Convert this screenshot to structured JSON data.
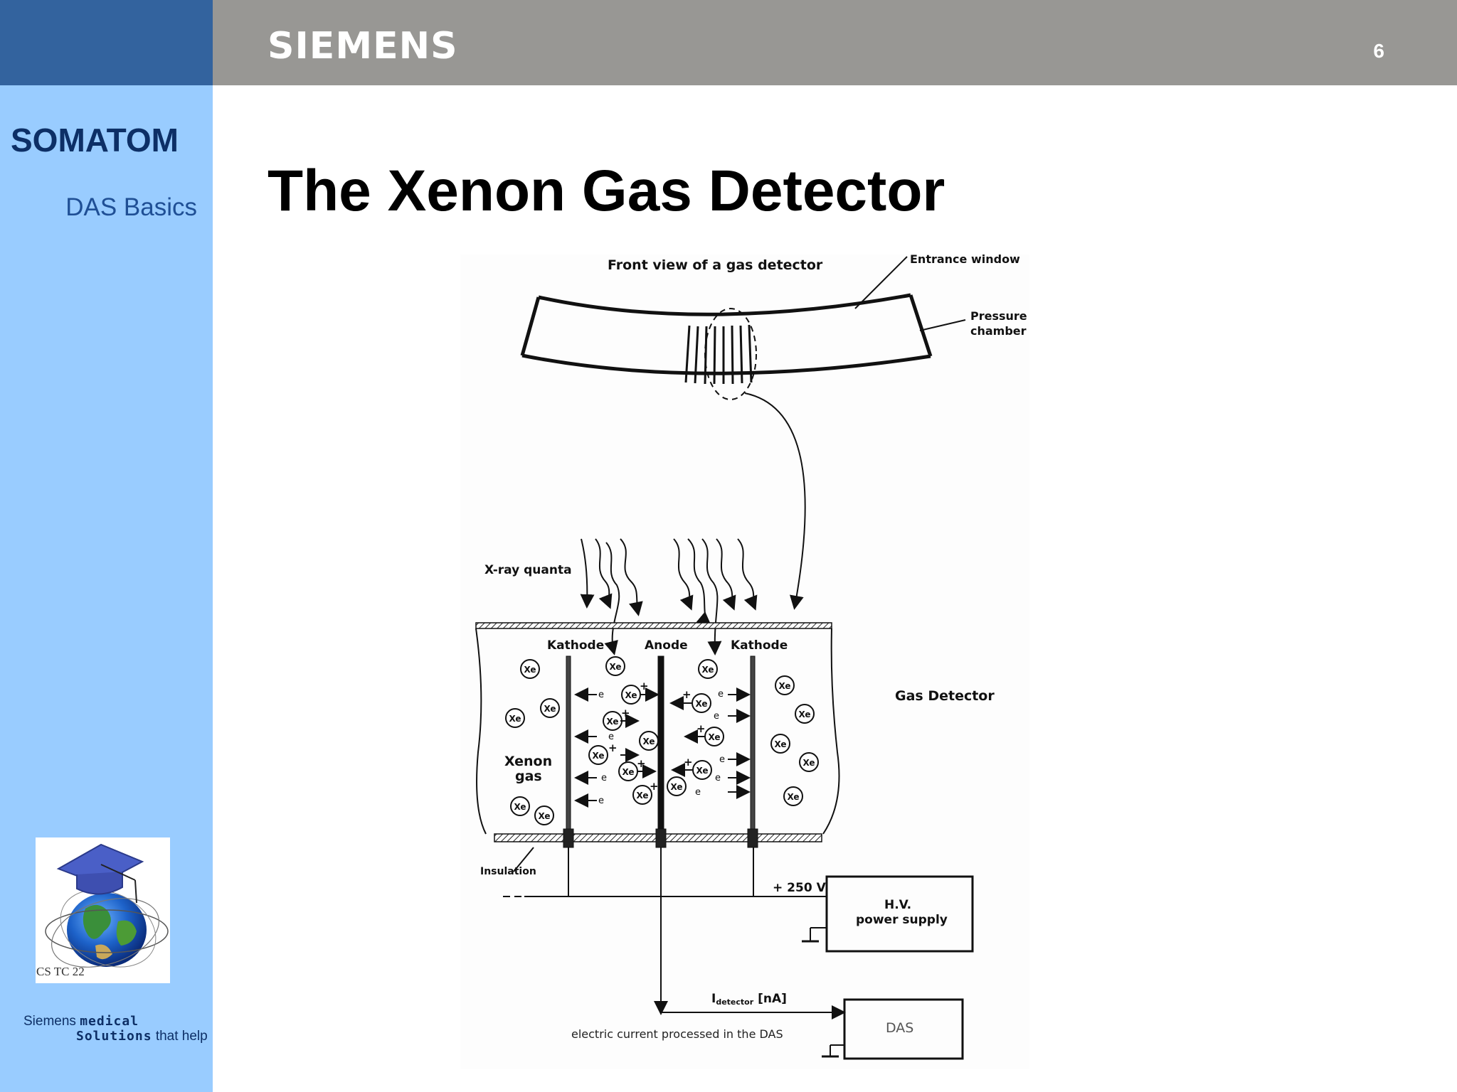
{
  "header": {
    "brand": "SIEMENS",
    "page_number": "6"
  },
  "sidebar": {
    "product": "SOMATOM",
    "section": "DAS Basics",
    "logo_caption": "CS TC 22",
    "tagline": {
      "part1": "Siemens ",
      "part2": "medical",
      "part3": "Solutions",
      "part4": " that help"
    }
  },
  "slide": {
    "title": "The Xenon Gas Detector"
  },
  "diagram": {
    "labels": {
      "front_view": "Front view of a gas detector",
      "entrance_window": "Entrance window",
      "pressure": "Pressure",
      "chamber": "chamber",
      "xray_quanta": "X-ray quanta",
      "kathode_left": "Kathode",
      "anode": "Anode",
      "kathode_right": "Kathode",
      "gas_detector": "Gas Detector",
      "xenon": "Xenon",
      "gas": "gas",
      "insulation": "Insulation",
      "voltage": "+ 250 V",
      "hv_line1": "H.V.",
      "hv_line2": "power supply",
      "current_label": "I",
      "current_sub": "detector",
      "current_unit": " [nA]",
      "das_note": "electric current processed in the DAS",
      "das": "DAS",
      "xe": "Xe",
      "electron": "e",
      "minus": "-",
      "plus": "+"
    }
  }
}
